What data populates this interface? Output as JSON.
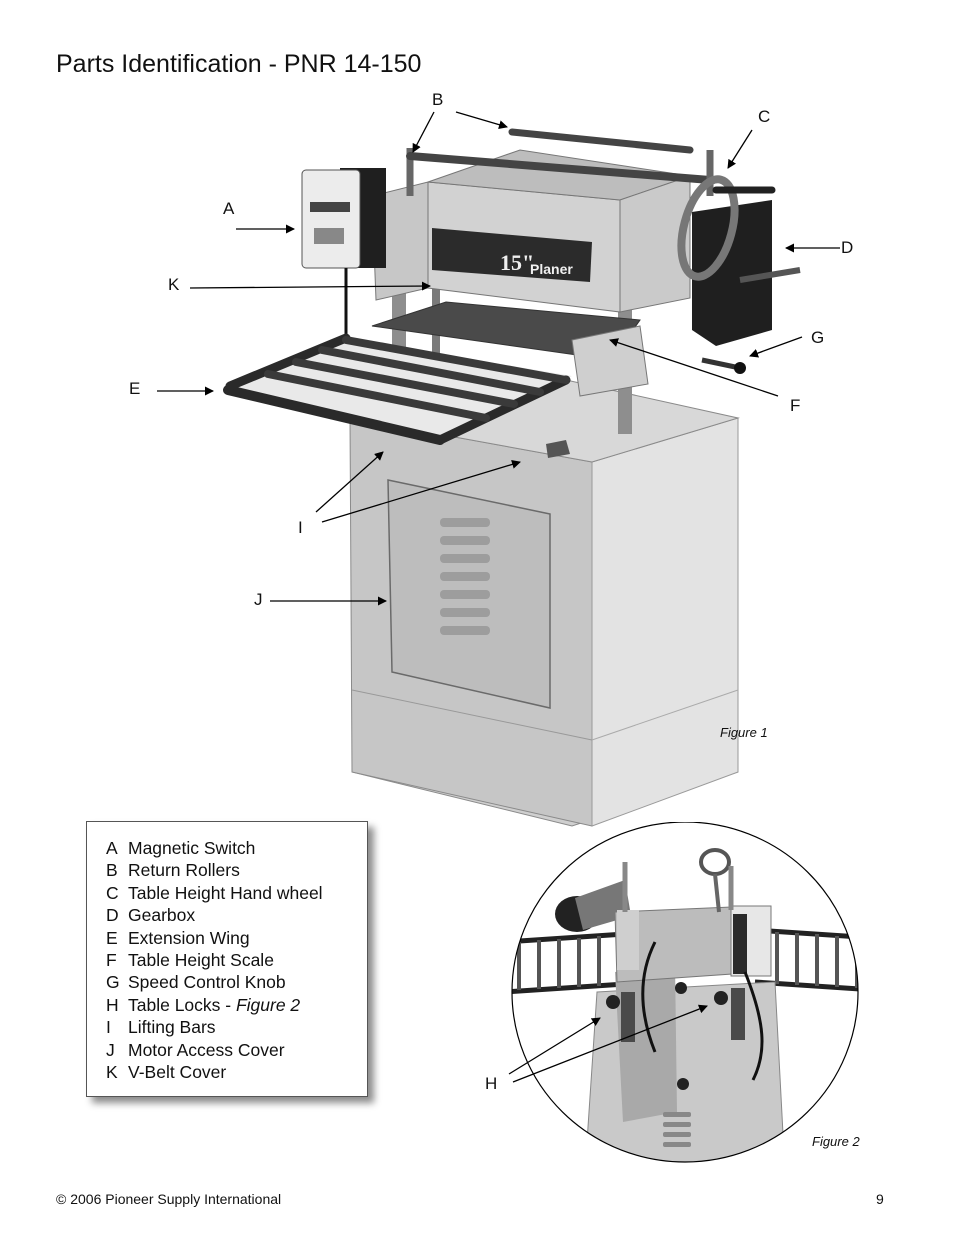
{
  "title": "Parts Identification - PNR 14-150",
  "figure1": {
    "caption": "Figure 1",
    "callouts": {
      "A": "A",
      "B": "B",
      "C": "C",
      "D": "D",
      "E": "E",
      "F": "F",
      "G": "G",
      "I": "I",
      "J": "J",
      "K": "K"
    },
    "planer_label_size": "15\"",
    "planer_label_name": "Planer"
  },
  "figure2": {
    "caption": "Figure 2",
    "callout_H": "H"
  },
  "legend": [
    {
      "letter": "A",
      "text": "Magnetic Switch"
    },
    {
      "letter": "B",
      "text": "Return Rollers"
    },
    {
      "letter": "C",
      "text": "Table Height Hand wheel"
    },
    {
      "letter": "D",
      "text": "Gearbox"
    },
    {
      "letter": "E",
      "text": "Extension Wing"
    },
    {
      "letter": "F",
      "text": "Table Height Scale"
    },
    {
      "letter": "G",
      "text": "Speed Control Knob"
    },
    {
      "letter": "H",
      "text": "Table Locks - ",
      "italic": "Figure 2"
    },
    {
      "letter": "I",
      "text": "Lifting Bars"
    },
    {
      "letter": "J",
      "text": "Motor Access Cover"
    },
    {
      "letter": "K",
      "text": "V-Belt Cover"
    }
  ],
  "footer": {
    "copyright": "© 2006 Pioneer Supply International",
    "page_number": "9"
  }
}
